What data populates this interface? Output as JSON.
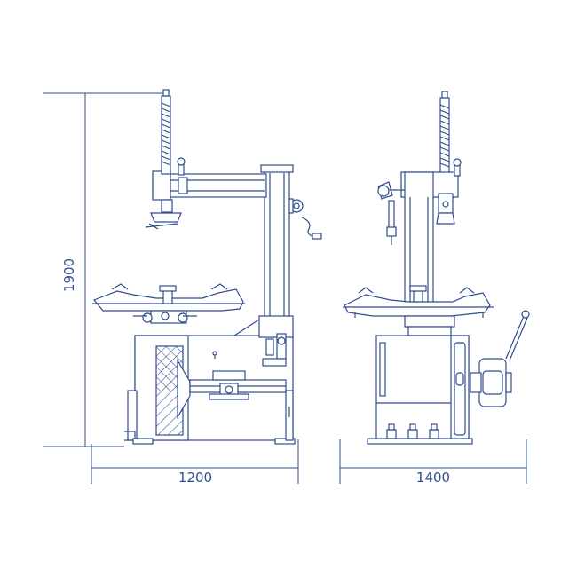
{
  "dimensions": {
    "height": "1900",
    "width_side": "1200",
    "width_front": "1400"
  },
  "colors": {
    "line": "#2f4c8f",
    "background": "#ffffff"
  }
}
